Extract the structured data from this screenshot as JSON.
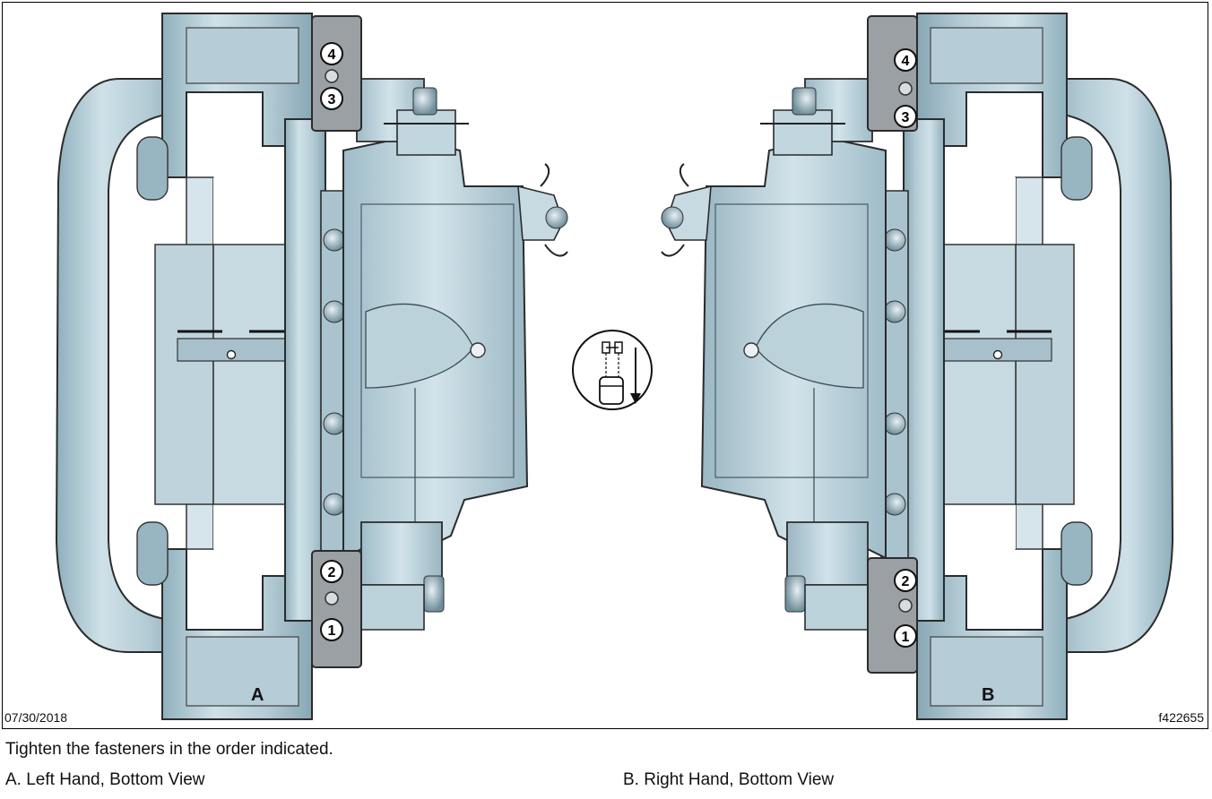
{
  "figure": {
    "view_a_letter": "A",
    "view_b_letter": "B",
    "date_stamp": "07/30/2018",
    "figure_id": "f422655",
    "fastener_labels": [
      "1",
      "2",
      "3",
      "4"
    ],
    "direction_icon": "vehicle-forward-direction-icon"
  },
  "caption": {
    "instruction": "Tighten the fasteners in the order indicated.",
    "legend_a": "A.  Left Hand, Bottom View",
    "legend_b": "B.  Right Hand, Bottom View"
  },
  "colors": {
    "metal_light": "#c9dde6",
    "metal_mid": "#a9c4d0",
    "metal_dark": "#7f9eab",
    "outline": "#2b2b2b",
    "tag_fill": "#9aa0a4"
  }
}
